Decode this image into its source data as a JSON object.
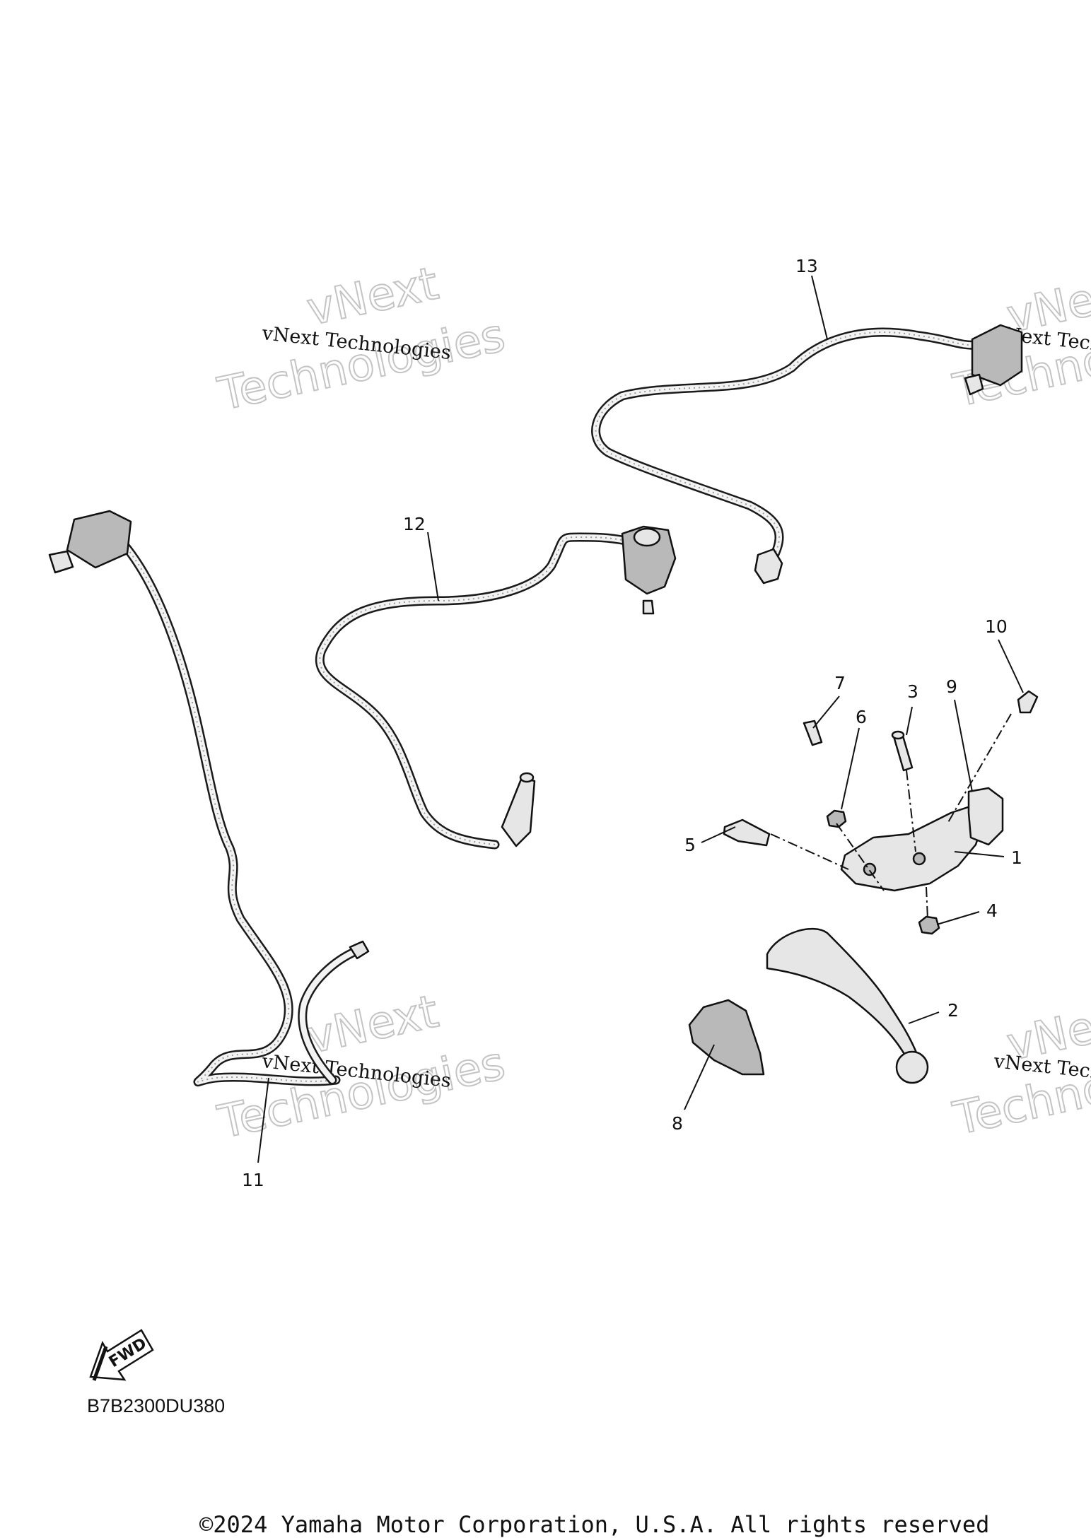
{
  "diagram": {
    "callouts": [
      "1",
      "2",
      "3",
      "4",
      "5",
      "6",
      "7",
      "8",
      "9",
      "10",
      "11",
      "12",
      "13"
    ],
    "watermark": {
      "text": "vNext Technologies",
      "line1": "vNext",
      "line2": "Technologies"
    },
    "direction_badge": "FWD",
    "diagram_code": "B7B2300DU380",
    "copyright": "©2024 Yamaha Motor Corporation, U.S.A. All rights reserved"
  }
}
